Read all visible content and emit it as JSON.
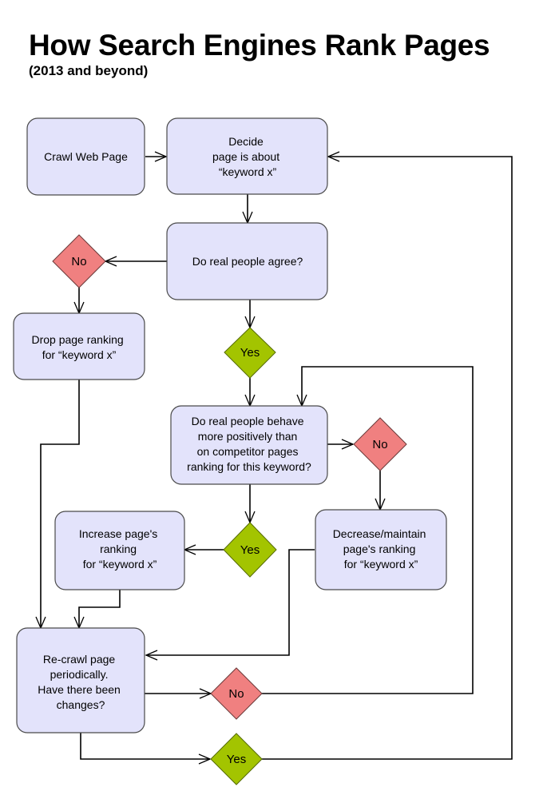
{
  "title": "How Search Engines Rank Pages",
  "subtitle": "(2013 and beyond)",
  "colors": {
    "box_fill": "#e3e3fb",
    "no_fill": "#f08080",
    "yes_fill": "#a3c400"
  },
  "nodes": {
    "crawl": [
      "Crawl Web Page"
    ],
    "decide": [
      "Decide",
      "page is about",
      "“keyword x”"
    ],
    "agree": [
      "Do real people agree?"
    ],
    "drop": [
      "Drop page ranking",
      "for “keyword x”"
    ],
    "behave": [
      "Do real people behave",
      "more positively than",
      "on competitor pages",
      "ranking for this keyword?"
    ],
    "increase": [
      "Increase page's",
      "ranking",
      "for “keyword x”"
    ],
    "decrease": [
      "Decrease/maintain",
      "page's ranking",
      "for “keyword x”"
    ],
    "recrawl": [
      "Re-crawl page",
      "periodically.",
      "Have there been",
      "changes?"
    ]
  },
  "decisions": {
    "no_agree": "No",
    "yes_agree": "Yes",
    "no_behave": "No",
    "yes_behave": "Yes",
    "no_changes": "No",
    "yes_changes": "Yes"
  }
}
